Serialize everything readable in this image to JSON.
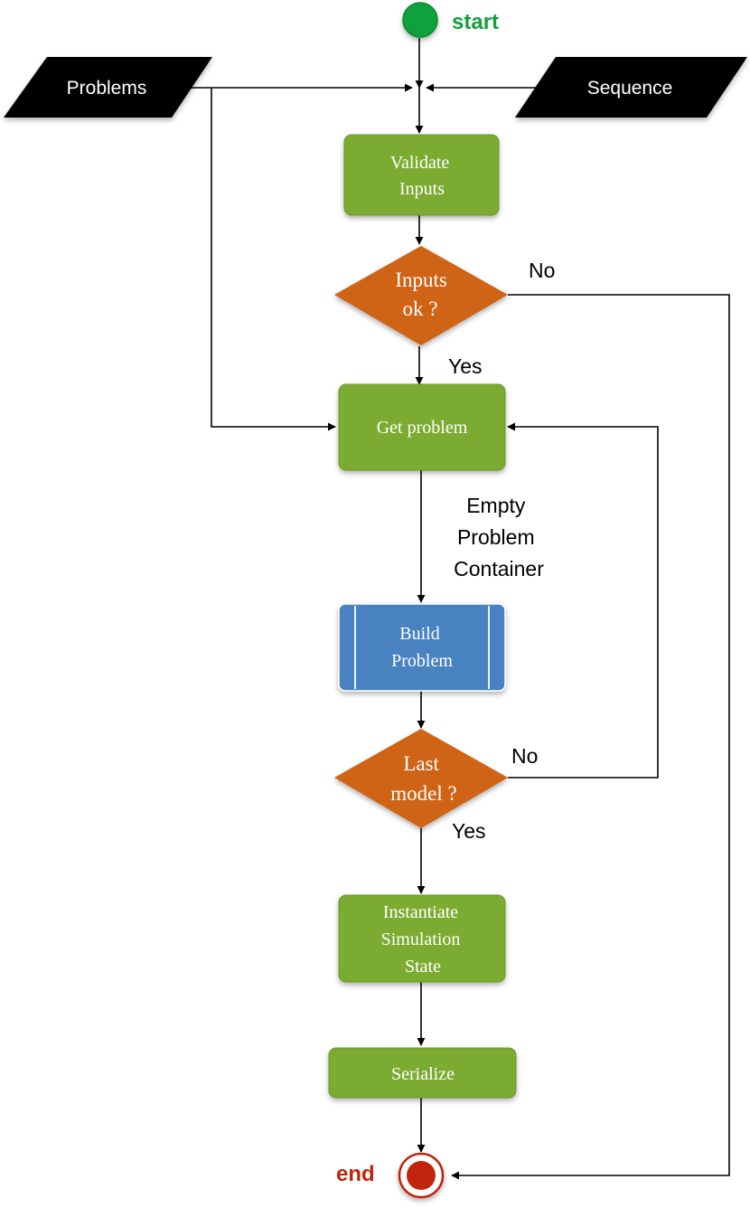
{
  "colors": {
    "process_green": "#7cab33",
    "process_edge": "#6a9a2b",
    "decision_orange": "#cf6418",
    "subprocess_blue": "#4a82c0",
    "io_black": "#000000",
    "start_green": "#0fa23a",
    "end_red": "#c0240d",
    "arrow": "#000000"
  },
  "terminals": {
    "start": {
      "label": "start",
      "icon": "start-circle-icon"
    },
    "end": {
      "label": "end",
      "icon": "end-circle-icon"
    }
  },
  "inputs": {
    "problems": {
      "label": "Problems"
    },
    "sequence": {
      "label": "Sequence"
    }
  },
  "steps": {
    "validate": {
      "lines": [
        "Validate",
        "Inputs"
      ]
    },
    "get_problem": {
      "lines": [
        "Get problem"
      ]
    },
    "build_problem": {
      "lines": [
        "Build",
        "Problem"
      ]
    },
    "instantiate": {
      "lines": [
        "Instantiate",
        "Simulation",
        "State"
      ]
    },
    "serialize": {
      "lines": [
        "Serialize"
      ]
    }
  },
  "decisions": {
    "inputs_ok": {
      "lines": [
        "Inputs",
        "ok ?"
      ]
    },
    "last_model": {
      "lines": [
        "Last",
        "model ?"
      ]
    }
  },
  "edge_labels": {
    "inputs_no": "No",
    "inputs_yes": "Yes",
    "empty_container": [
      "Empty",
      "Problem",
      "Container"
    ],
    "last_no": "No",
    "last_yes": "Yes"
  }
}
